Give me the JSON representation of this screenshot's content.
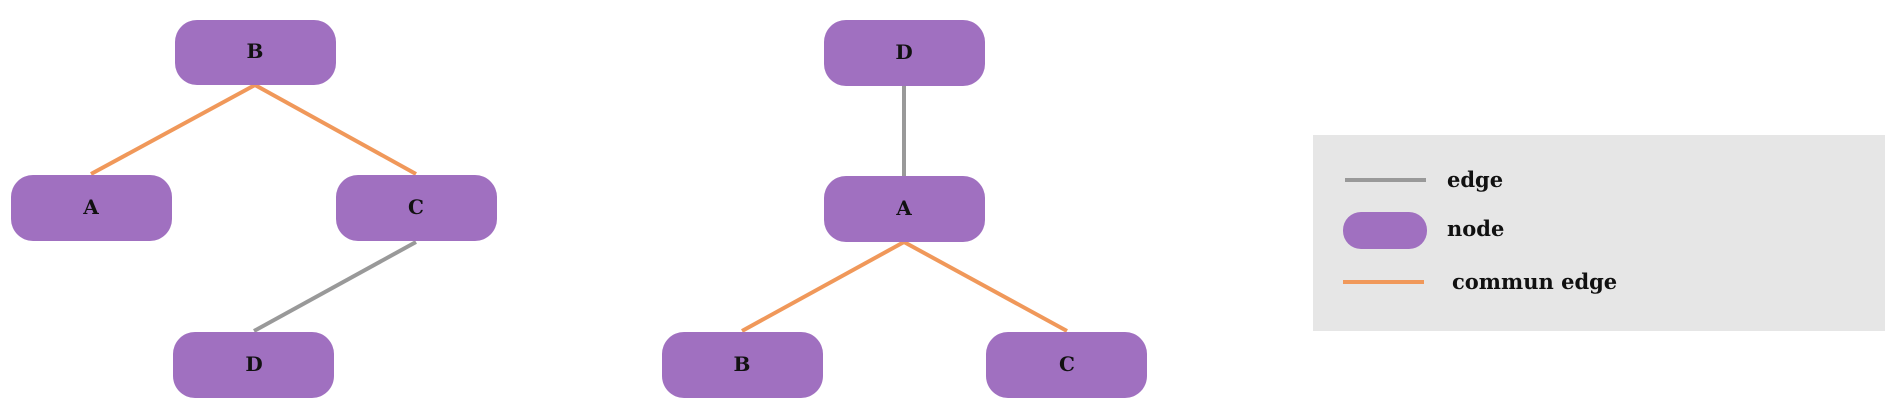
{
  "colors": {
    "node_fill": "#a070c0",
    "edge": "#999999",
    "common_edge": "#f0985a",
    "legend_background": "#e6e6e6"
  },
  "left_tree": {
    "nodes": {
      "b": "B",
      "a": "A",
      "c": "C",
      "d": "D"
    }
  },
  "right_tree": {
    "nodes": {
      "d": "D",
      "a": "A",
      "b": "B",
      "c": "C"
    }
  },
  "legend": {
    "edge_label": "edge",
    "node_label": "node",
    "common_edge_label": "commun edge"
  }
}
